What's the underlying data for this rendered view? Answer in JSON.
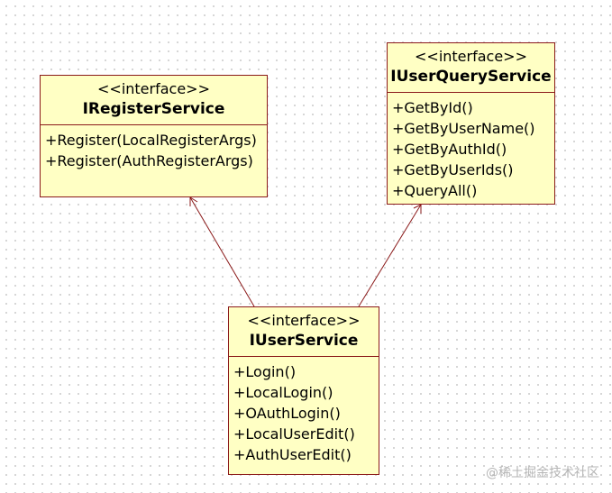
{
  "diagram": {
    "colors": {
      "box_fill": "#ffffc4",
      "box_border": "#8b1a1a",
      "link": "#8b1a1a",
      "grid_dot": "#c8c8c8"
    },
    "classes": {
      "register": {
        "stereotype": "<<interface>>",
        "name": "IRegisterService",
        "methods": [
          "+Register(LocalRegisterArgs)",
          "+Register(AuthRegisterArgs)"
        ]
      },
      "query": {
        "stereotype": "<<interface>>",
        "name": "IUserQueryService",
        "methods": [
          "+GetById()",
          "+GetByUserName()",
          "+GetByAuthId()",
          "+GetByUserIds()",
          "+QueryAll()"
        ]
      },
      "user": {
        "stereotype": "<<interface>>",
        "name": "IUserService",
        "methods": [
          "+Login()",
          "+LocalLogin()",
          "+OAuthLogin()",
          "+LocalUserEdit()",
          "+AuthUserEdit()"
        ]
      }
    },
    "relations": [
      {
        "from": "IUserService",
        "to": "IRegisterService",
        "kind": "inheritance"
      },
      {
        "from": "IUserService",
        "to": "IUserQueryService",
        "kind": "inheritance"
      }
    ]
  },
  "watermark": "@稀土掘金技术社区"
}
